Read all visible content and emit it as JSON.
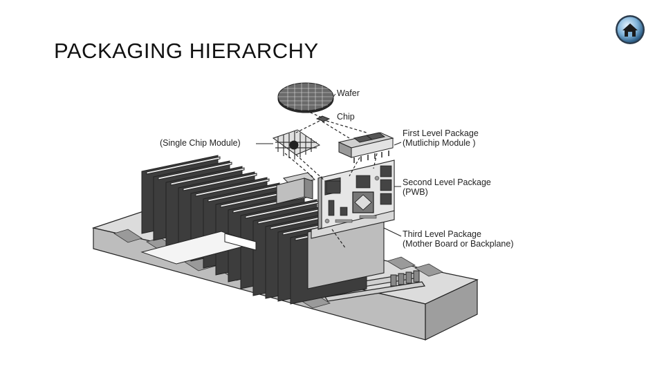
{
  "slide": {
    "title": "PACKAGING HIERARCHY"
  },
  "nav": {
    "home_icon": "home-icon"
  },
  "diagram": {
    "labels": {
      "wafer": "Wafer",
      "chip": "Chip",
      "single_chip_module": "(Single Chip Module)",
      "first_level_line1": "First Level Package",
      "first_level_line2": "(Mutlichip Module )",
      "second_level_line1": "Second Level Package",
      "second_level_line2": "(PWB)",
      "third_level_line1": "Third Level Package",
      "third_level_line2": "(Mother Board or Backplane)"
    }
  }
}
